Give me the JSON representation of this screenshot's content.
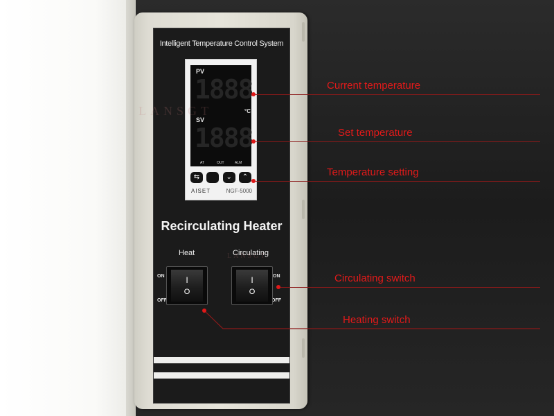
{
  "panel": {
    "title": "Intelligent Temperature Control System",
    "product_name": "Recirculating Heater"
  },
  "controller": {
    "pv_label": "PV",
    "sv_label": "SV",
    "unit": "°C",
    "pv_digits": "1888",
    "sv_digits": "1888",
    "indicators": [
      "AT",
      "OUT",
      "ALM"
    ],
    "buttons": [
      {
        "icon": "cycle-icon",
        "glyph": "⇆"
      },
      {
        "icon": "blank-button-icon",
        "glyph": ""
      },
      {
        "icon": "chevron-down-icon",
        "glyph": "⌄"
      },
      {
        "icon": "chevron-up-icon",
        "glyph": "⌃"
      }
    ],
    "brand": "AISET",
    "model": "NGF-5000"
  },
  "switches": {
    "heat_title": "Heat",
    "circulating_title": "Circulating",
    "on_label": "ON",
    "off_label": "OFF",
    "rocker_on_symbol": "I",
    "rocker_off_symbol": "O"
  },
  "watermark": {
    "text": "LANSGT",
    "text_small": "LANSGT"
  },
  "callouts": {
    "color": "#e31a1a",
    "line_color": "#8c1a1a",
    "items": [
      {
        "label": "Current temperature"
      },
      {
        "label": "Set temperature"
      },
      {
        "label": "Temperature setting"
      },
      {
        "label": "Circulating switch"
      },
      {
        "label": "Heating switch"
      }
    ]
  }
}
